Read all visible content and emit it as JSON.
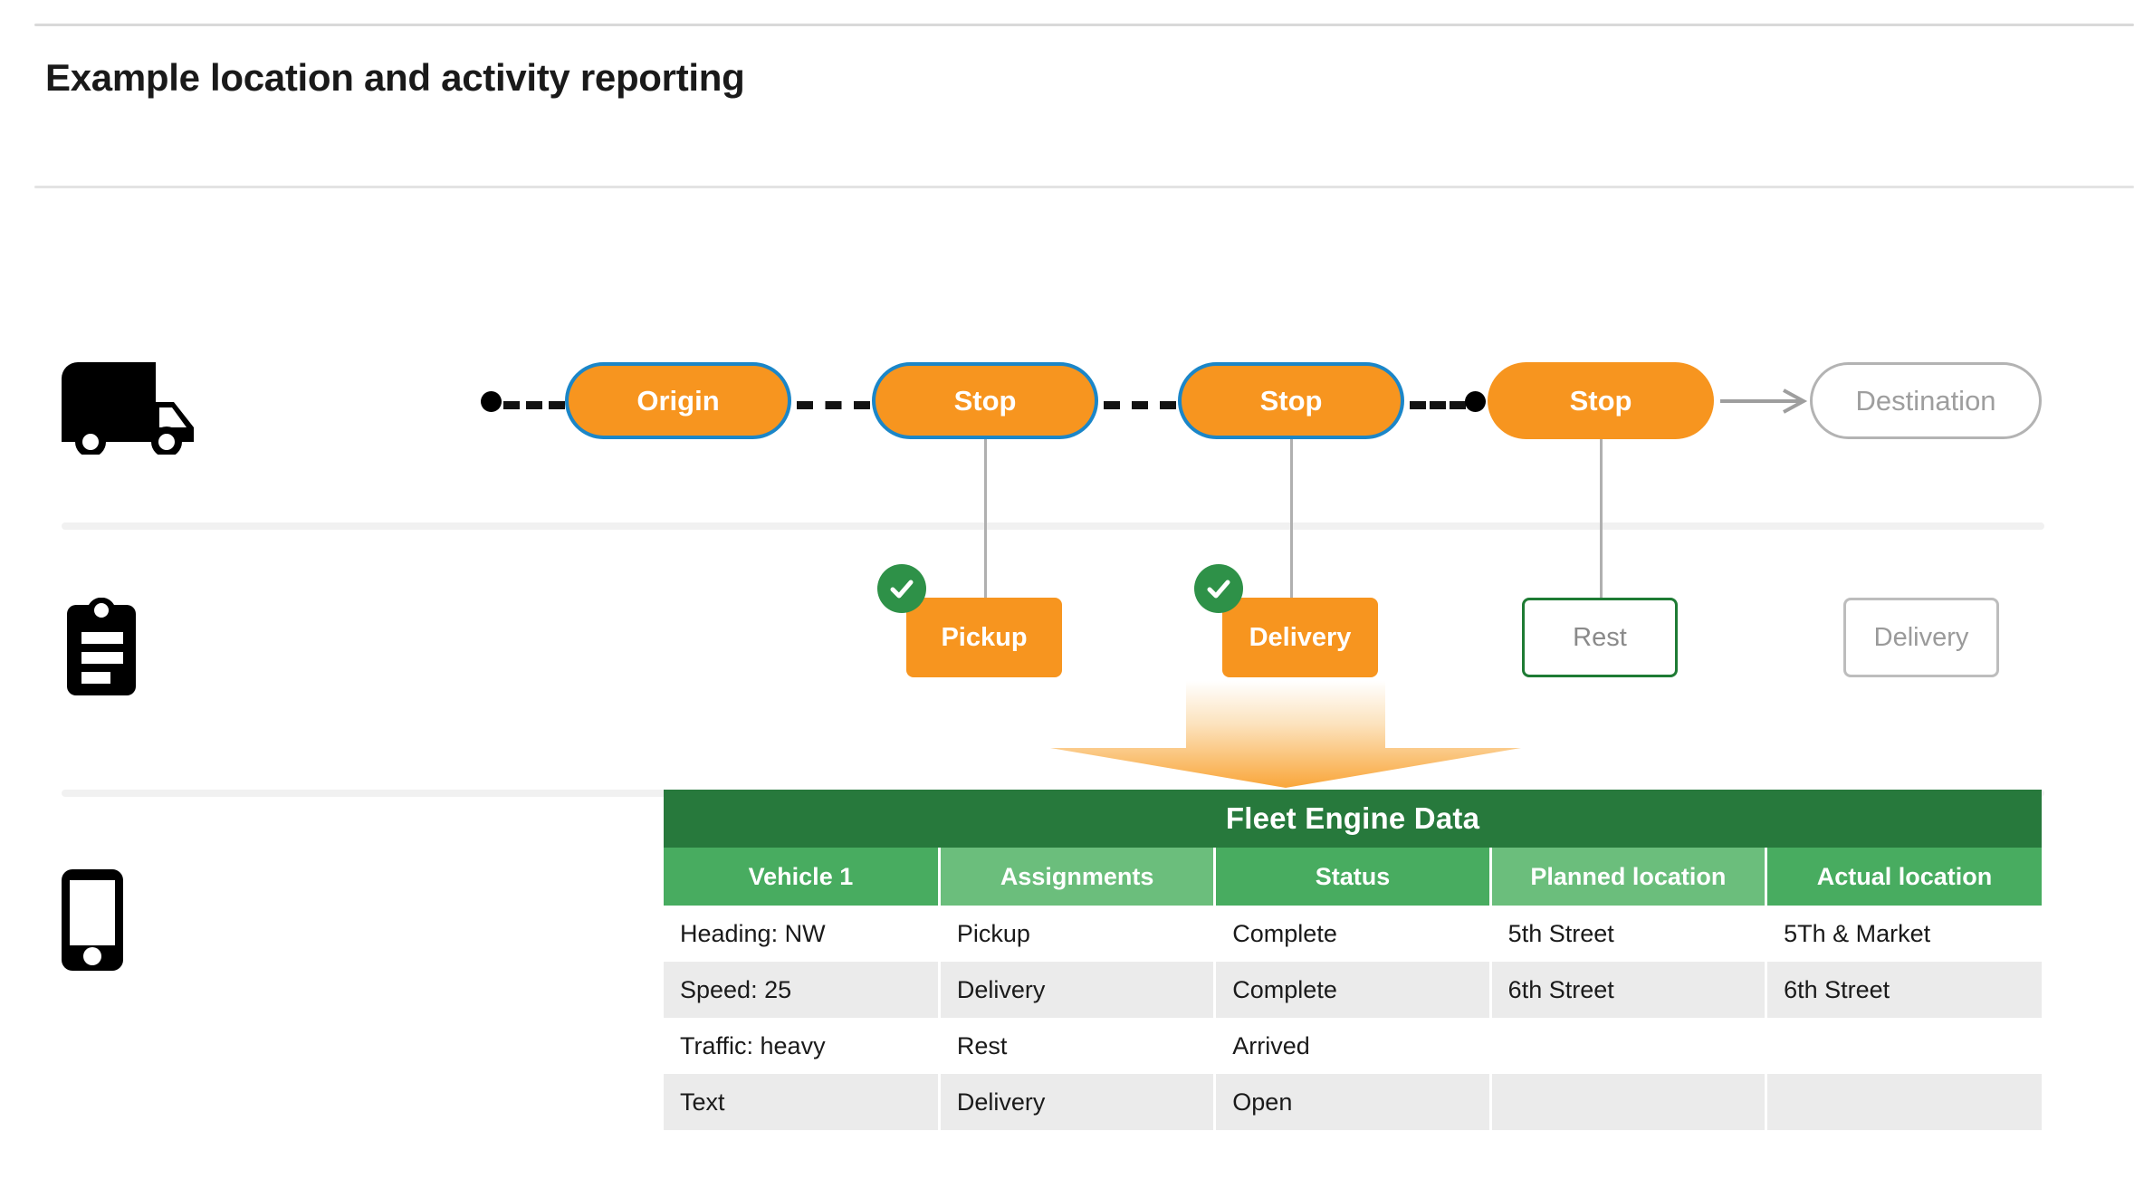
{
  "header": {
    "title": "Example location and activity reporting"
  },
  "rail": {
    "icons": [
      {
        "name": "truck-icon",
        "label": "Vehicle"
      },
      {
        "name": "clipboard-icon",
        "label": "Assignments"
      },
      {
        "name": "phone-icon",
        "label": "Device"
      }
    ]
  },
  "route": {
    "nodes": [
      {
        "label": "Origin",
        "style": "filled"
      },
      {
        "label": "Stop",
        "style": "filled"
      },
      {
        "label": "Stop",
        "style": "filled"
      },
      {
        "label": "Stop",
        "style": "noborder"
      },
      {
        "label": "Destination",
        "style": "ghost"
      }
    ]
  },
  "activities": [
    {
      "label": "Pickup",
      "style": "filled",
      "completed": true
    },
    {
      "label": "Delivery",
      "style": "filled",
      "completed": true
    },
    {
      "label": "Rest",
      "style": "green-outline",
      "completed": false
    },
    {
      "label": "Delivery",
      "style": "gray-outline",
      "completed": false
    }
  ],
  "table": {
    "title": "Fleet Engine Data",
    "columns": [
      "Vehicle 1",
      "Assignments",
      "Status",
      "Planned location",
      "Actual location"
    ],
    "rows": [
      [
        "Heading: NW",
        "Pickup",
        "Complete",
        "5th Street",
        "5Th & Market"
      ],
      [
        "Speed: 25",
        "Delivery",
        "Complete",
        "6th Street",
        "6th Street"
      ],
      [
        "Traffic: heavy",
        "Rest",
        "Arrived",
        "",
        ""
      ],
      [
        "Text",
        "Delivery",
        "Open",
        "",
        ""
      ]
    ]
  },
  "colors": {
    "orange": "#F7951F",
    "blue_border": "#1B86C8",
    "green_dark": "#27793C",
    "green_header_a": "#48AC60",
    "green_header_b": "#6BBE7C",
    "check_green": "#2E9148",
    "row_alt": "#ebebeb"
  }
}
